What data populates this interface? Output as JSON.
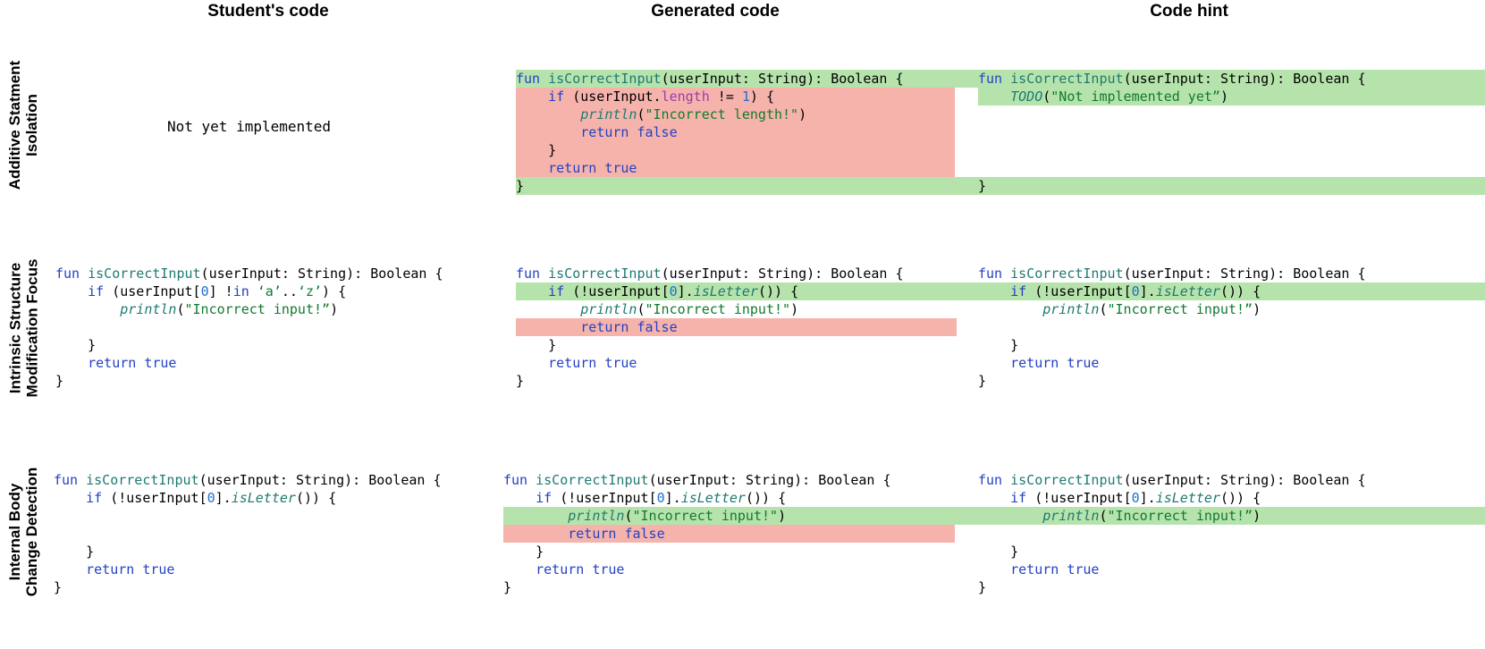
{
  "headers": {
    "student": "Student's code",
    "generated": "Generated code",
    "hint": "Code hint"
  },
  "colors": {
    "highlight_added": "#b5e3ab",
    "highlight_removed": "#f5b3ab",
    "keyword": "#2341c4",
    "function": "#1f7a73",
    "string": "#117a2e",
    "number": "#1a6fd4",
    "property": "#9b3bb0",
    "text": "#000000"
  },
  "rows": [
    {
      "label_line1": "Additive Statment",
      "label_line2": "Isolation",
      "student": {
        "note": "Not yet implemented"
      },
      "generated": {
        "lines": [
          {
            "text": "fun isCorrectInput(userInput: String): Boolean {",
            "highlight": "green"
          },
          {
            "text": "    if (userInput.length != 1) {",
            "highlight": "red"
          },
          {
            "text": "        println(\"Incorrect length!\")",
            "highlight": "red"
          },
          {
            "text": "        return false",
            "highlight": "red"
          },
          {
            "text": "    }",
            "highlight": "red"
          },
          {
            "text": "    return true",
            "highlight": "red"
          },
          {
            "text": "}",
            "highlight": "green"
          }
        ]
      },
      "hint": {
        "lines": [
          {
            "text": "fun isCorrectInput(userInput: String): Boolean {",
            "highlight": "green"
          },
          {
            "text": "    TODO(\"Not implemented yet”)",
            "highlight": "green"
          },
          {
            "text": "",
            "highlight": "none"
          },
          {
            "text": "",
            "highlight": "none"
          },
          {
            "text": "",
            "highlight": "none"
          },
          {
            "text": "",
            "highlight": "none"
          },
          {
            "text": "}",
            "highlight": "green"
          }
        ]
      }
    },
    {
      "label_line1": "Intrinsic Structure",
      "label_line2": "Modification Focus",
      "student": {
        "lines": [
          {
            "text": "fun isCorrectInput(userInput: String): Boolean {",
            "highlight": "none"
          },
          {
            "text": "    if (userInput[0] !in ‘a’..‘z’) {",
            "highlight": "none"
          },
          {
            "text": "        println(\"Incorrect input!”)",
            "highlight": "none"
          },
          {
            "text": "",
            "highlight": "none"
          },
          {
            "text": "    }",
            "highlight": "none"
          },
          {
            "text": "    return true",
            "highlight": "none"
          },
          {
            "text": "}",
            "highlight": "none"
          }
        ]
      },
      "generated": {
        "lines": [
          {
            "text": "fun isCorrectInput(userInput: String): Boolean {",
            "highlight": "none"
          },
          {
            "text": "    if (!userInput[0].isLetter()) {",
            "highlight": "green"
          },
          {
            "text": "        println(\"Incorrect input!\")",
            "highlight": "none"
          },
          {
            "text": "        return false",
            "highlight": "red"
          },
          {
            "text": "    }",
            "highlight": "none"
          },
          {
            "text": "    return true",
            "highlight": "none"
          },
          {
            "text": "}",
            "highlight": "none"
          }
        ]
      },
      "hint": {
        "lines": [
          {
            "text": "fun isCorrectInput(userInput: String): Boolean {",
            "highlight": "none"
          },
          {
            "text": "    if (!userInput[0].isLetter()) {",
            "highlight": "green"
          },
          {
            "text": "        println(\"Incorrect input!”)",
            "highlight": "none"
          },
          {
            "text": "",
            "highlight": "none"
          },
          {
            "text": "    }",
            "highlight": "none"
          },
          {
            "text": "    return true",
            "highlight": "none"
          },
          {
            "text": "}",
            "highlight": "none"
          }
        ]
      }
    },
    {
      "label_line1": "Internal Body",
      "label_line2": "Change Detection",
      "student": {
        "lines": [
          {
            "text": "fun isCorrectInput(userInput: String): Boolean {",
            "highlight": "none"
          },
          {
            "text": "    if (!userInput[0].isLetter()) {",
            "highlight": "none"
          },
          {
            "text": "",
            "highlight": "none"
          },
          {
            "text": "",
            "highlight": "none"
          },
          {
            "text": "    }",
            "highlight": "none"
          },
          {
            "text": "    return true",
            "highlight": "none"
          },
          {
            "text": "}",
            "highlight": "none"
          }
        ]
      },
      "generated": {
        "lines": [
          {
            "text": "fun isCorrectInput(userInput: String): Boolean {",
            "highlight": "none"
          },
          {
            "text": "    if (!userInput[0].isLetter()) {",
            "highlight": "none"
          },
          {
            "text": "        println(\"Incorrect input!\")",
            "highlight": "green"
          },
          {
            "text": "        return false",
            "highlight": "red"
          },
          {
            "text": "    }",
            "highlight": "none"
          },
          {
            "text": "    return true",
            "highlight": "none"
          },
          {
            "text": "}",
            "highlight": "none"
          }
        ]
      },
      "hint": {
        "lines": [
          {
            "text": "fun isCorrectInput(userInput: String): Boolean {",
            "highlight": "none"
          },
          {
            "text": "    if (!userInput[0].isLetter()) {",
            "highlight": "none"
          },
          {
            "text": "        println(\"Incorrect input!”)",
            "highlight": "green"
          },
          {
            "text": "",
            "highlight": "none"
          },
          {
            "text": "    }",
            "highlight": "none"
          },
          {
            "text": "    return true",
            "highlight": "none"
          },
          {
            "text": "}",
            "highlight": "none"
          }
        ]
      }
    }
  ]
}
